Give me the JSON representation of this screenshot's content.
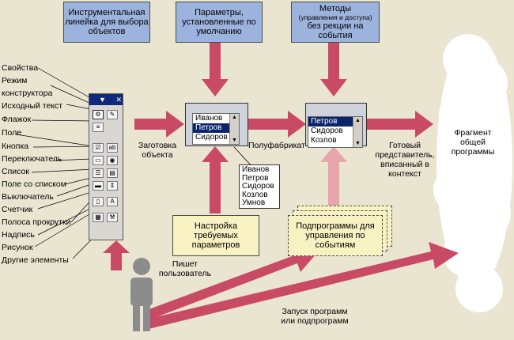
{
  "top_boxes": {
    "toolbar_box": "Инструментальная линейка для выбора объектов",
    "params_box": "Параметры, установленные по умолчанию",
    "methods_title": "Методы",
    "methods_sub": "(управления и доступа)",
    "methods_rest": "без рекции на события"
  },
  "left_labels": [
    "Свойства",
    "Режим",
    "конструктора",
    "Исходный текст",
    "Флажок",
    "Поле",
    "Кнопка",
    "Переключатель",
    "Список",
    "Поле со списком",
    "Выключатель",
    "Счетчик",
    "Полоса прокрутки",
    "Надпись",
    "Рисунок",
    "Другие элементы"
  ],
  "toolbox": {
    "title_glyph": "▼",
    "close_glyph": "✕"
  },
  "list_blank": {
    "items": [
      "Иванов",
      "Петров",
      "Сидоров"
    ],
    "selected": 1
  },
  "list_semi": {
    "items": [
      "Петров",
      "Сидоров",
      "Козлов"
    ],
    "selected": 0
  },
  "callout_names": [
    "Иванов",
    "Петров",
    "Сидоров",
    "Козлов",
    "Умнов"
  ],
  "labels": {
    "blank": "Заготовка объекта",
    "semi": "Полуфабрикат",
    "ready": "Готовый представитель, вписанный в контекст",
    "fragment": "Фрагмент общей программы",
    "writes": "Пишет пользователь",
    "launch": "Запуск программ или подпрограмм"
  },
  "bottom_boxes": {
    "setup": "Настройка требуемых параметров",
    "subroutines": "Подпрограммы для управления по событиям"
  },
  "colors": {
    "arrow": "#c94a64",
    "arrow_light": "#e7a6ab",
    "box_blue": "#9cb4dd",
    "box_yellow": "#f8f2c2",
    "user": "#8c8c8c"
  }
}
